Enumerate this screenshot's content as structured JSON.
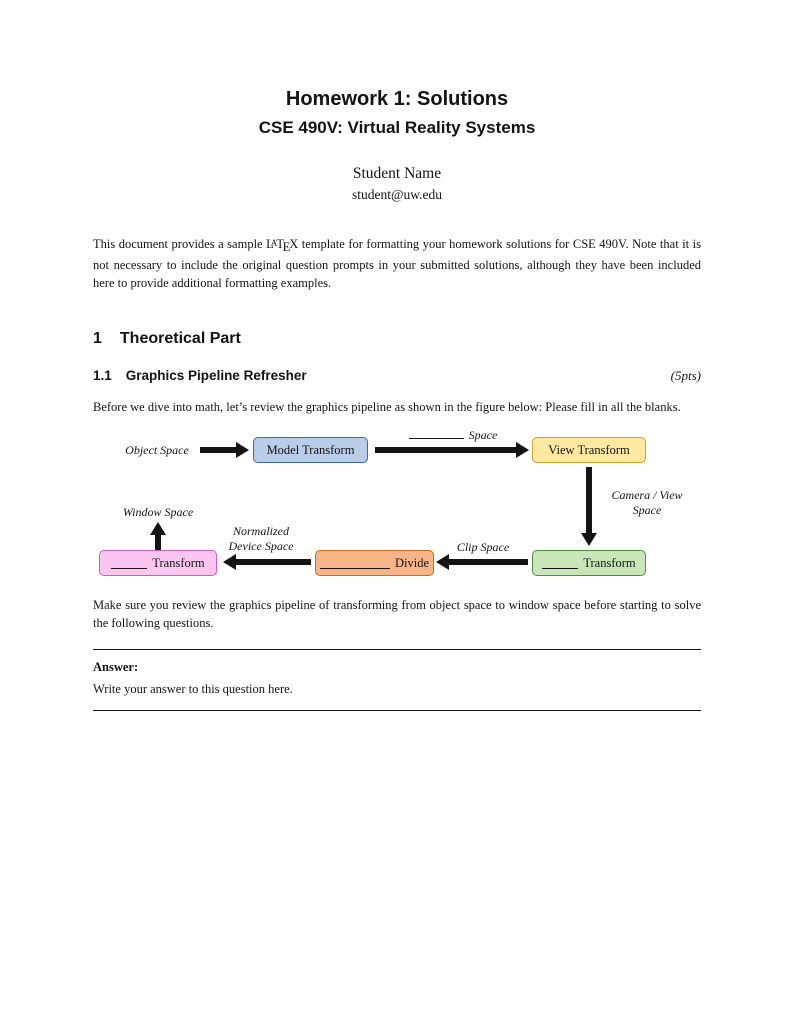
{
  "doc": {
    "title": "Homework 1: Solutions",
    "course": "CSE 490V: Virtual Reality Systems",
    "author": "Student Name",
    "email": "student@uw.edu"
  },
  "intro": {
    "before_latex": "This document provides a sample ",
    "latex_logo": {
      "L": "L",
      "A": "A",
      "T": "T",
      "E": "E",
      "X": "X"
    },
    "after_latex": " template for formatting your homework solutions for CSE 490V. Note that it is not necessary to include the original question prompts in your submitted solutions, although they have been included here to provide additional formatting examples."
  },
  "section": {
    "number": "1",
    "title": "Theoretical Part"
  },
  "subsection": {
    "number": "1.1",
    "title": "Graphics Pipeline Refresher",
    "points": "(5pts)"
  },
  "paragraphs": {
    "pipeline_intro": "Before we dive into math, let’s review the graphics pipeline as shown in the figure below: Please fill in all the blanks.",
    "pipeline_outro": "Make sure you review the graphics pipeline of transforming from object space to window space before starting to solve the following questions."
  },
  "diagram": {
    "object_space_label": "Object Space",
    "model_transform_box": "Model Transform",
    "blank_space_suffix": "Space",
    "view_transform_box": "View Transform",
    "camera_view_space_line1": "Camera / View",
    "camera_view_space_line2": "Space",
    "clip_transform_box": "Transform",
    "clip_space_label": "Clip Space",
    "divide_box": "Divide",
    "ndc_label_line1": "Normalized",
    "ndc_label_line2": "Device Space",
    "viewport_transform_box": "Transform",
    "window_space_label": "Window Space"
  },
  "answer": {
    "label": "Answer:",
    "body": "Write your answer to this question here."
  },
  "colors": {
    "model_fill": "#b9cde9",
    "model_border": "#3f68a0",
    "view_fill": "#ffe9a0",
    "view_border": "#c9a227",
    "clip_fill": "#c8e6b8",
    "clip_border": "#4e8f3c",
    "divide_fill": "#f7b587",
    "divide_border": "#c96a2a",
    "viewport_fill": "#fac6f1",
    "viewport_border": "#c45ec4",
    "arrow": "#141414"
  }
}
